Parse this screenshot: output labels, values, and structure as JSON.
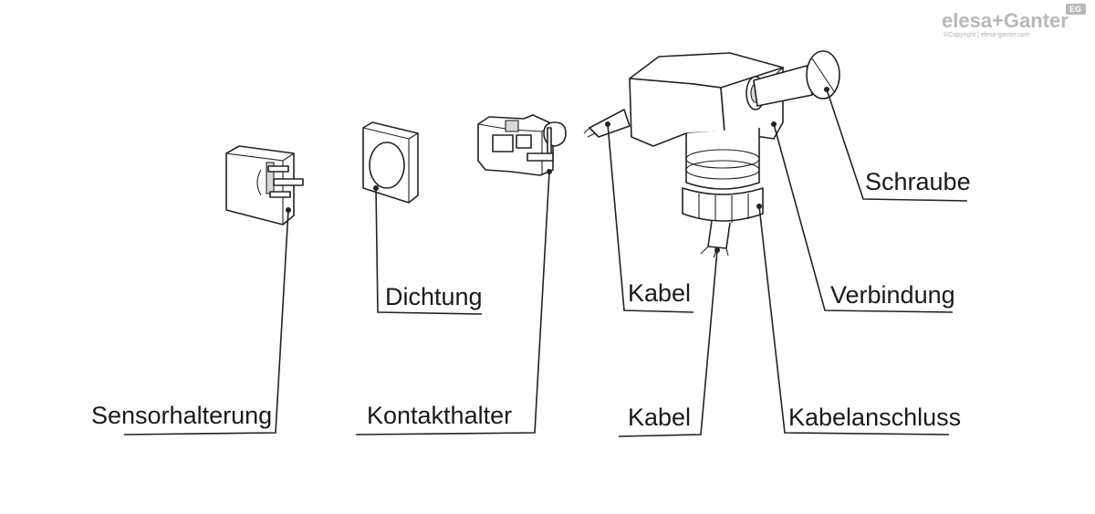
{
  "brand": {
    "logo_text": "elesa+Ganter",
    "badge_text": "EG",
    "copyright": "©Copyright | elesa-ganter.com"
  },
  "labels": {
    "sensorhalterung": "Sensorhalterung",
    "dichtung": "Dichtung",
    "kontakthalter": "Kontakthalter",
    "kabel_top": "Kabel",
    "kabel_bottom": "Kabel",
    "schraube": "Schraube",
    "verbindung": "Verbindung",
    "kabelanschluss": "Kabelanschluss"
  },
  "colors": {
    "line": "#222222",
    "text": "#1a1a1a",
    "logo": "#b8b8b8"
  }
}
